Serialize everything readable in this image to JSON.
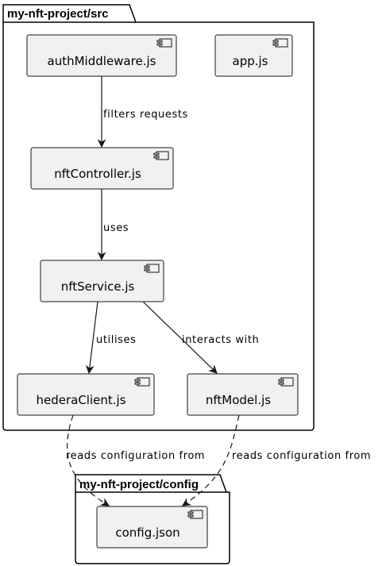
{
  "packages": {
    "src": "my-nft-project/src",
    "config": "my-nft-project/config"
  },
  "components": {
    "auth_middleware": "authMiddleware.js",
    "app": "app.js",
    "nft_controller": "nftController.js",
    "nft_service": "nftService.js",
    "hedera_client": "hederaClient.js",
    "nft_model": "nftModel.js",
    "config_json": "config.json"
  },
  "relations": {
    "filters_requests": "filters requests",
    "uses": "uses",
    "utilises": "utilises",
    "interacts_with": "interacts with",
    "reads_config_left": "reads configuration from",
    "reads_config_right": "reads configuration from"
  },
  "icon": "component-icon"
}
